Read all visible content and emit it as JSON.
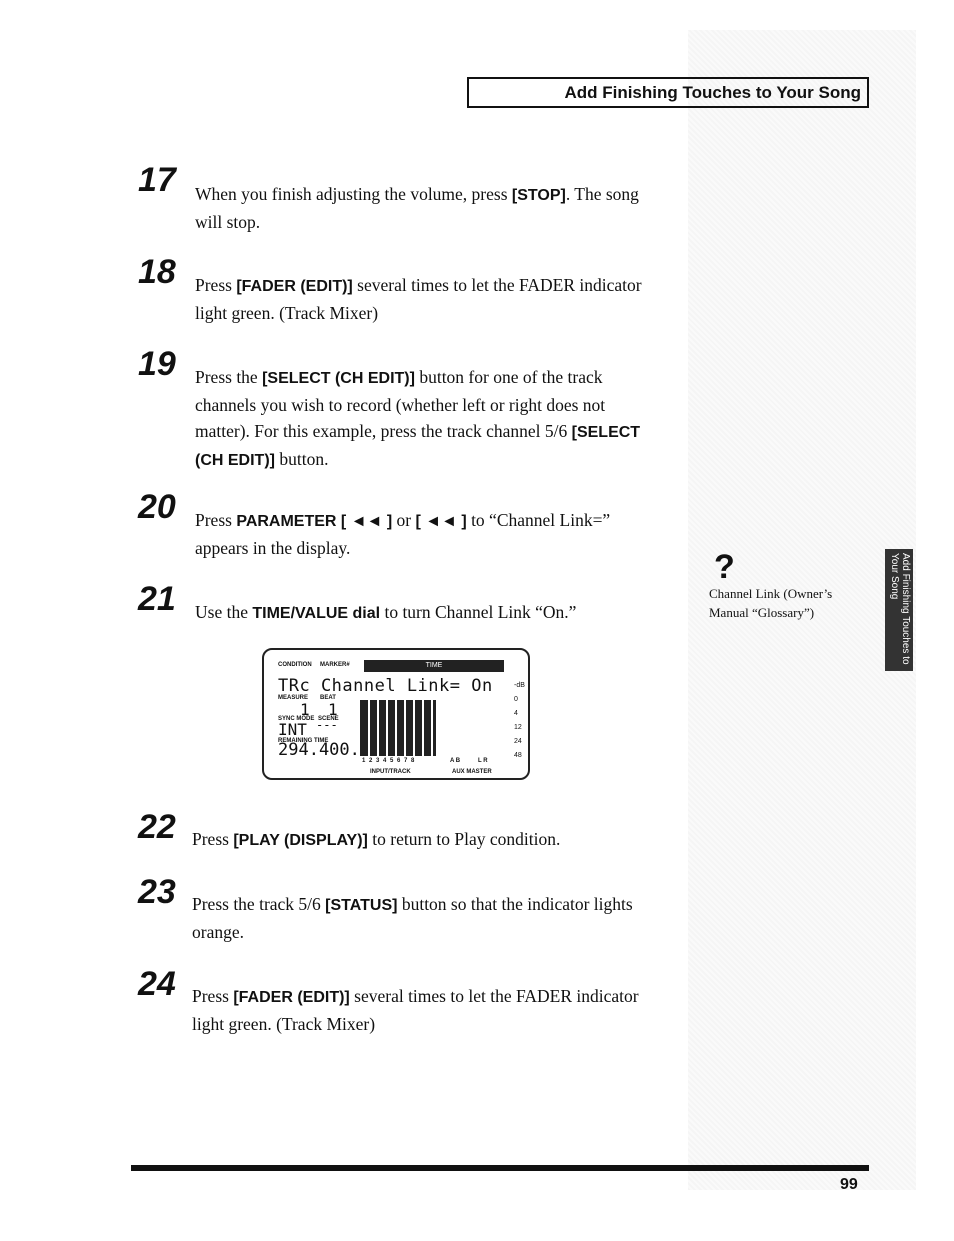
{
  "header": {
    "title": "Add Finishing Touches to Your Song"
  },
  "steps": [
    {
      "num": "17",
      "pre": "When you finish adjusting the volume, press ",
      "b1": "[STOP]",
      "post": ". The song will stop."
    },
    {
      "num": "18",
      "pre": "Press ",
      "b1": "[FADER (EDIT)]",
      "post": " several times to let the FADER indicator light green. (Track Mixer)"
    },
    {
      "num": "19",
      "pre": "Press the ",
      "b1": "[SELECT (CH EDIT)]",
      "mid": " button for one of the track channels you wish to record (whether left or right does not matter). For this example, press the track channel 5/6 ",
      "b2": "[SELECT (CH EDIT)]",
      "post": " button."
    },
    {
      "num": "20",
      "pre": "Press ",
      "b1": "PARAMETER [ ◄◄ ]",
      "mid": " or ",
      "b2": "[ ◄◄ ]",
      "post": " to “Channel Link=” appears in the display."
    },
    {
      "num": "21",
      "pre": "Use the ",
      "b1": "TIME/VALUE dial",
      "post": " to turn Channel Link “On.”"
    },
    {
      "num": "22",
      "pre": "Press ",
      "b1": "[PLAY (DISPLAY)]",
      "post": " to return to Play condition."
    },
    {
      "num": "23",
      "pre": "Press the track 5/6 ",
      "b1": "[STATUS]",
      "post": " button so that the indicator lights orange."
    },
    {
      "num": "24",
      "pre": "Press ",
      "b1": "[FADER (EDIT)]",
      "post": " several times to let the FADER indicator light green. (Track Mixer)"
    }
  ],
  "lcd": {
    "condition": "CONDITION",
    "marker": "MARKER#",
    "time": "TIME",
    "line1": "TRc Channel Link= On",
    "measure": "MEASURE",
    "beat": "BEAT",
    "measure_val": "1",
    "beat_val": "1",
    "syncmode": "SYNC MODE",
    "scene": "SCENE",
    "int": "INT",
    "dashes": "---",
    "remaining": "REMAINING TIME",
    "remaining_val": "294.400.",
    "tracks": "1 2 3 4 5 6 7 8",
    "ab": "A B",
    "lr": "L R",
    "input_track": "INPUT/TRACK",
    "aux_master": "AUX MASTER",
    "db": "-dB",
    "scale": [
      "0",
      "4",
      "12",
      "24",
      "48"
    ]
  },
  "sidenote": {
    "symbol": "?",
    "text": "Channel Link (Owner’s Manual “Glossary”)"
  },
  "sidetab": {
    "text": "Add Finishing Touches to Your Song"
  },
  "page": {
    "number": "99"
  }
}
